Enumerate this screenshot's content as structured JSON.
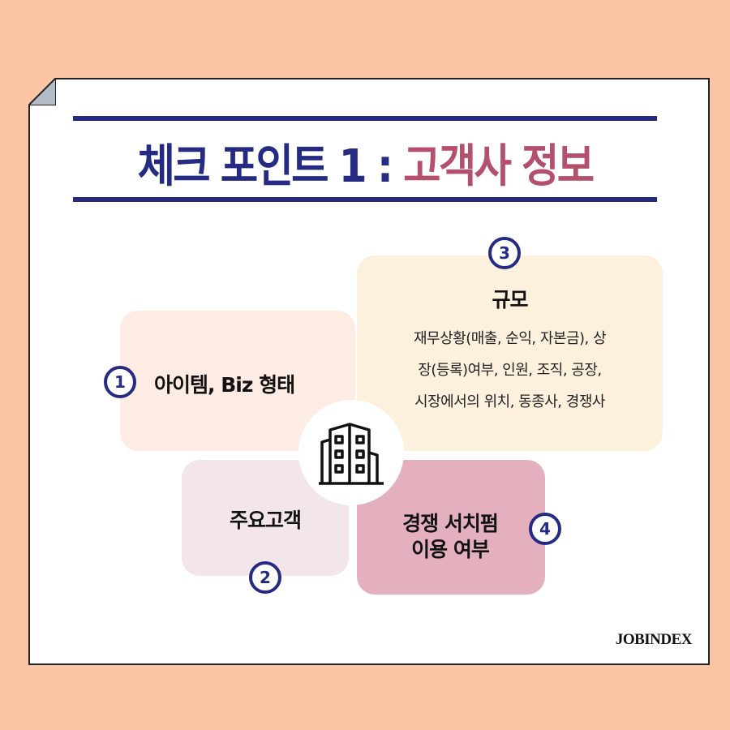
{
  "title": {
    "prefix": "체크 포인트 1 : ",
    "highlight": "고객사 정보"
  },
  "items": [
    {
      "number": "1",
      "label": "아이템, Biz 형태"
    },
    {
      "number": "2",
      "label": "주요고객"
    },
    {
      "number": "3",
      "label": "규모",
      "description": [
        "재무상황(매출, 순익, 자본금), 상",
        "장(등록)여부, 인원, 조직, 공장,",
        "시장에서의 위치, 동종사, 경쟁사"
      ]
    },
    {
      "number": "4",
      "label_lines": [
        "경쟁 서치펌",
        "이용 여부"
      ]
    }
  ],
  "brand": "JOBINDEX",
  "colors": {
    "navy": "#252a82",
    "pink": "#b5506c",
    "bg": "#f9c5a4"
  }
}
